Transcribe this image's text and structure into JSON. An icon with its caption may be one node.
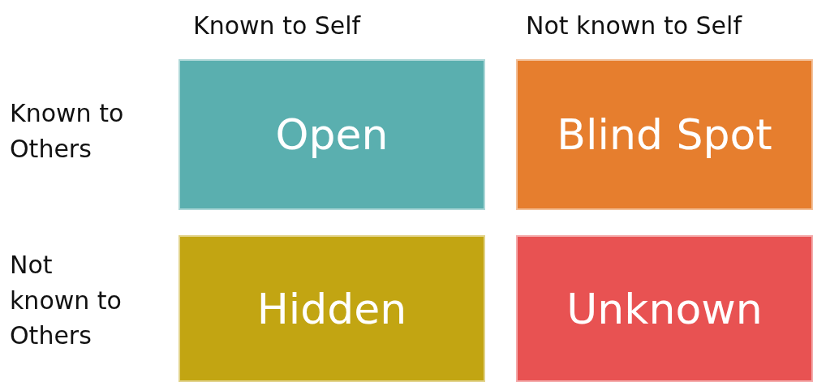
{
  "diagram": {
    "nodes": [
      {
        "text": [
          "Open"
        ]
      },
      {
        "text": [
          "Blind Spot"
        ]
      },
      {
        "text": [
          "Hidden"
        ]
      },
      {
        "text": [
          "Unknown"
        ]
      }
    ],
    "labels": [
      "Known to Self",
      "Not known to Self",
      "Known to Others",
      "Not known to Others"
    ]
  }
}
